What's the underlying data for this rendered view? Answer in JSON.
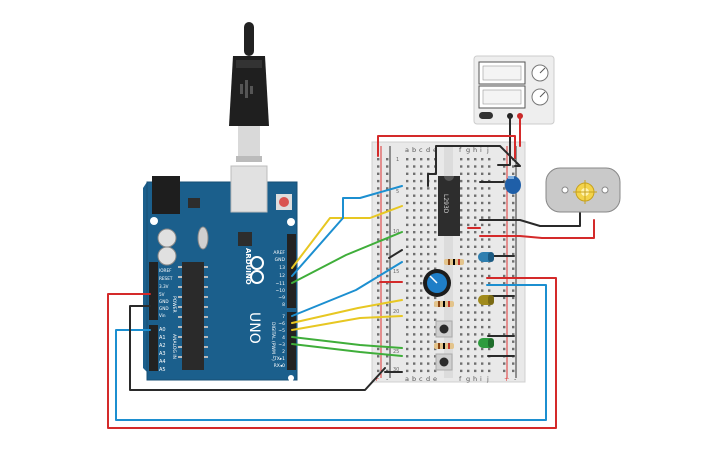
{
  "arduino": {
    "brand": "ARDUINO",
    "model": "UNO",
    "power_header": [
      "IOREF",
      "RESET",
      "3.3V",
      "5V",
      "GND",
      "GND",
      "Vin"
    ],
    "power_label": "POWER",
    "analog_header": [
      "A0",
      "A1",
      "A2",
      "A3",
      "A4",
      "A5"
    ],
    "analog_label": "ANALOG IN",
    "top_header": [
      "AREF",
      "GND",
      "13",
      "12",
      "~11",
      "~10",
      "~9",
      "8"
    ],
    "bottom_header": [
      "7",
      "~6",
      "~5",
      "4",
      "~3",
      "2",
      "TX▸1",
      "RX◂0"
    ],
    "digital_label": "DIGITAL (PWM ~)"
  },
  "breadboard": {
    "col_letters_left": [
      "a",
      "b",
      "c",
      "d",
      "e"
    ],
    "col_letters_right": [
      "f",
      "g",
      "h",
      "i",
      "j"
    ],
    "row_numbers_visible": [
      "1",
      "5",
      "10",
      "15",
      "20",
      "25",
      "30"
    ],
    "rail_plus": "+",
    "rail_minus": "-"
  },
  "ic": {
    "label": "L293D"
  },
  "colors": {
    "board_blue": "#1b5f8c",
    "wire_red": "#d42a2a",
    "wire_black": "#2a2a2a",
    "wire_blue": "#1c8fd0",
    "wire_green": "#3fae3a",
    "wire_yellow": "#e7c722",
    "breadboard": "#e9e9e9"
  }
}
